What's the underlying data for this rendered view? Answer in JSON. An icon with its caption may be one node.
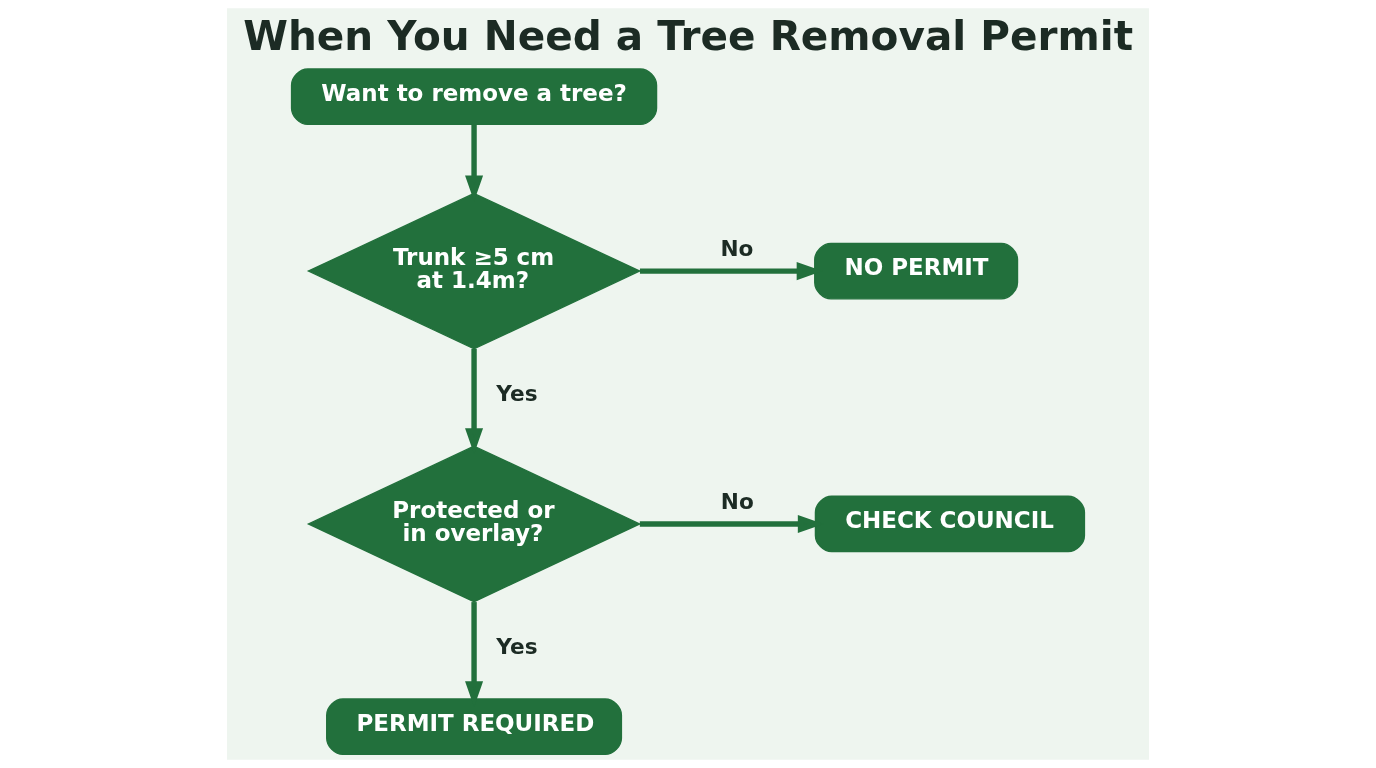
{
  "diagram": {
    "title": "When You Need a Tree Removal Permit",
    "nodes": [
      {
        "text": [
          "Want to remove a tree?"
        ]
      },
      {
        "text": [
          "Trunk ≥5 cm at 1.4m?"
        ]
      },
      {
        "text": [
          "NO PERMIT"
        ]
      },
      {
        "text": [
          "Protected or in overlay?"
        ]
      },
      {
        "text": [
          "CHECK COUNCIL"
        ]
      },
      {
        "text": [
          "PERMIT REQUIRED"
        ]
      }
    ],
    "edges": [
      {
        "from": 0,
        "to": 1,
        "arrow": "to"
      },
      {
        "from": 1,
        "to": 2,
        "label": "No",
        "arrow": "to"
      },
      {
        "from": 1,
        "to": 3,
        "label": "Yes",
        "arrow": "to"
      },
      {
        "from": 3,
        "to": 4,
        "label": "No",
        "arrow": "to"
      },
      {
        "from": 3,
        "to": 5,
        "label": "Yes",
        "arrow": "to"
      }
    ]
  }
}
